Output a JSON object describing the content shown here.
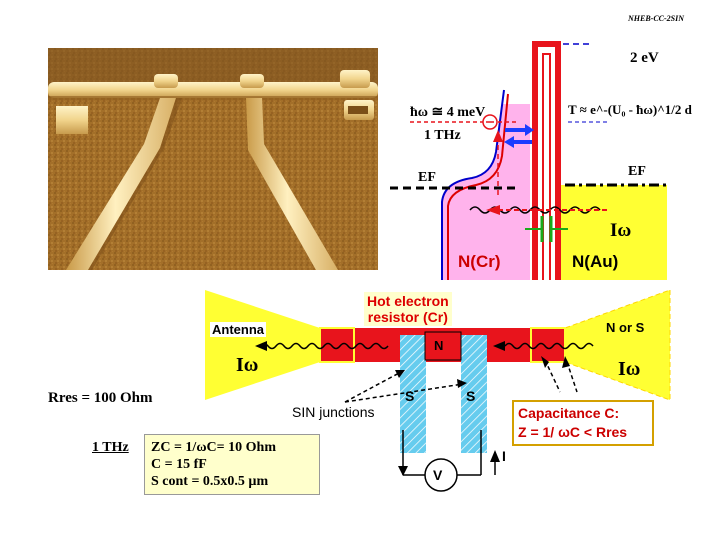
{
  "corner_tag": "NHEB-CC-2SIN",
  "band_diagram": {
    "barrier_height": "2 eV",
    "photon_energy": "ħω ≅ 4 meV",
    "photon_freq": "1 THz",
    "transmission_formula": "T ≈ e^-(U₀ - ħω)^1/2 d",
    "fermi_left": "EF",
    "fermi_right": "EF",
    "current_label": "Iω",
    "left_metal": "N(Cr)",
    "right_metal": "N(Au)"
  },
  "device": {
    "hot_electron_label_line1": "Hot electron",
    "hot_electron_label_line2": "resistor (Cr)",
    "antenna_label": "Antenna",
    "current_left": "Iω",
    "current_right": "Iω",
    "n_label": "N",
    "ns_label": "N or S",
    "s_left": "S",
    "s_right": "S",
    "sin_junctions": "SIN junctions",
    "capacitance_line1": "Capacitance C:",
    "capacitance_line2": "Z = 1/ ωC < Rres",
    "voltmeter": "V",
    "current_source": "I"
  },
  "params": {
    "r_res": "Rres = 100 Ohm",
    "freq": "1 THz",
    "zc": "ZC = 1/ωC= 10 Ohm",
    "cap": "C = 15 fF",
    "s_cont": "S cont = 0.5x0.5 µm"
  },
  "colors": {
    "yellow": "#ffff33",
    "red": "#e8141c",
    "pink": "#ffb3ec",
    "cyan": "#66ccee",
    "photo_bg": "#b07a2c"
  }
}
